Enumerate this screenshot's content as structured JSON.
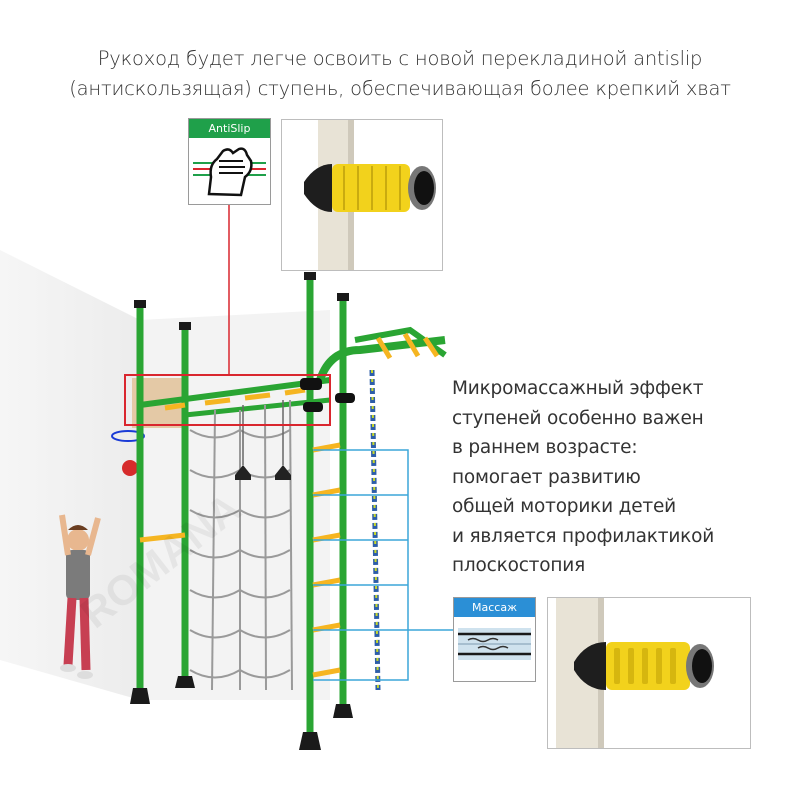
{
  "top_caption": {
    "line1": "Рукоход будет легче освоить с новой перекладиной antislip",
    "line2": "(антискользящая) ступень, обеспечивающая более крепкий хват"
  },
  "right_caption": {
    "lines": [
      "Микромассажный эффект",
      "ступеней особенно важен",
      "в раннем возрасте:",
      "помогает развитию",
      "общей моторики детей",
      "и является профилактикой",
      "плоскостопия"
    ]
  },
  "antislip_badge": {
    "label": "AntiSlip",
    "color": "#1fa04a",
    "icon": "gripping-hand-icon"
  },
  "massage_badge": {
    "label": "Массаж",
    "color": "#2b8fd6",
    "icon": "wave-texture-icon"
  },
  "colors": {
    "frame_green": "#2aa533",
    "rung_yellow": "#f5b521",
    "callout_red": "#d9262e",
    "callout_blue": "#3ba6d9",
    "rope_blue": "#2e5ea8"
  }
}
